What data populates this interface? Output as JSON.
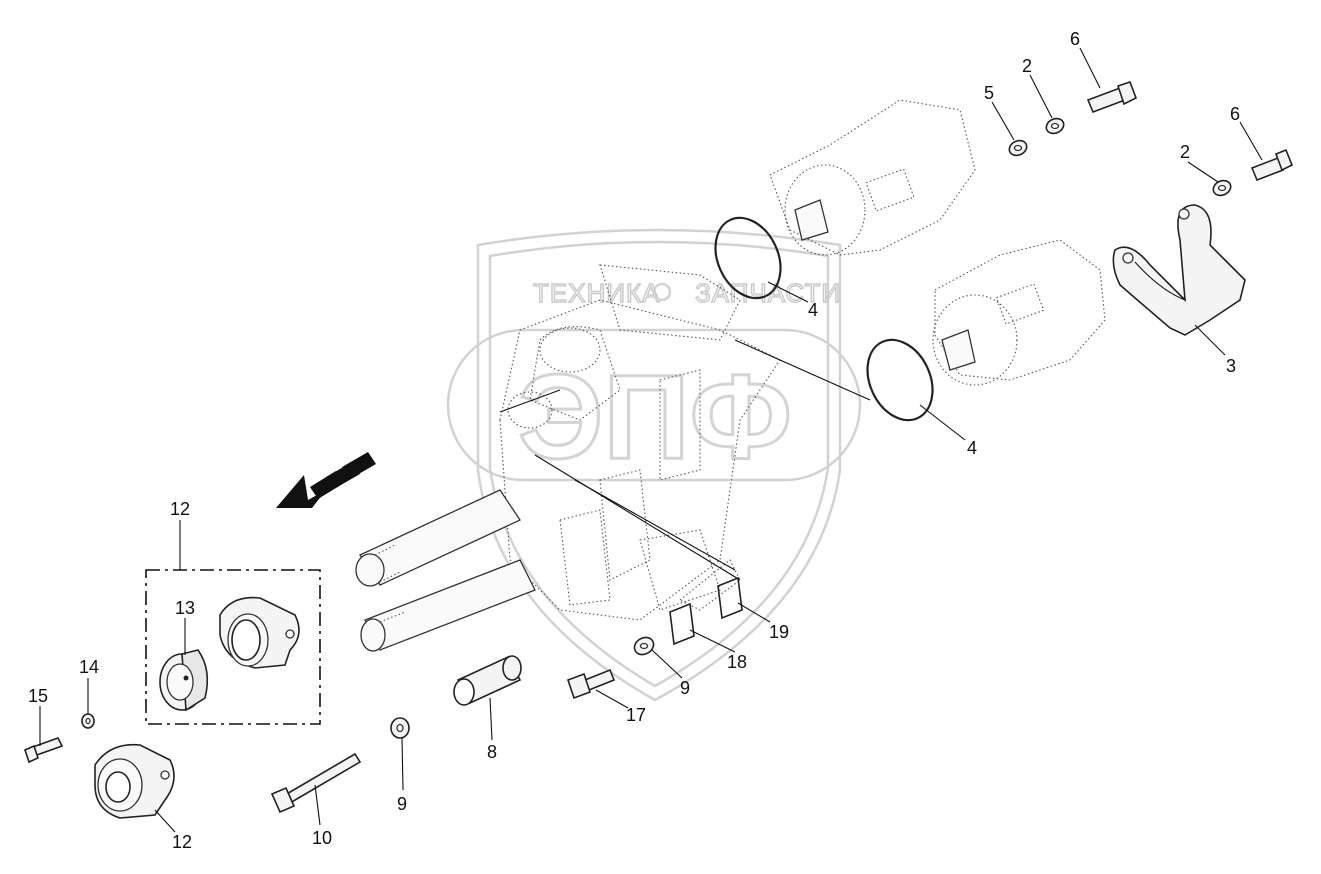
{
  "watermark": {
    "top_text_left": "ТЕХНИКА",
    "top_text_right": "ЗАПЧАСТИ",
    "logo_text": "ЭПФ"
  },
  "labels": [
    {
      "id": "label-6a",
      "text": "6"
    },
    {
      "id": "label-2a",
      "text": "2"
    },
    {
      "id": "label-5",
      "text": "5"
    },
    {
      "id": "label-6b",
      "text": "6"
    },
    {
      "id": "label-2b",
      "text": "2"
    },
    {
      "id": "label-4a",
      "text": "4"
    },
    {
      "id": "label-3",
      "text": "3"
    },
    {
      "id": "label-4b",
      "text": "4"
    },
    {
      "id": "label-12a",
      "text": "12"
    },
    {
      "id": "label-13",
      "text": "13"
    },
    {
      "id": "label-14",
      "text": "14"
    },
    {
      "id": "label-15",
      "text": "15"
    },
    {
      "id": "label-12b",
      "text": "12"
    },
    {
      "id": "label-10",
      "text": "10"
    },
    {
      "id": "label-9a",
      "text": "9"
    },
    {
      "id": "label-8",
      "text": "8"
    },
    {
      "id": "label-17",
      "text": "17"
    },
    {
      "id": "label-9b",
      "text": "9"
    },
    {
      "id": "label-18",
      "text": "18"
    },
    {
      "id": "label-19",
      "text": "19"
    }
  ],
  "colors": {
    "line": "#222222",
    "watermark": "#d2d2d2",
    "arrow": "#111111"
  }
}
